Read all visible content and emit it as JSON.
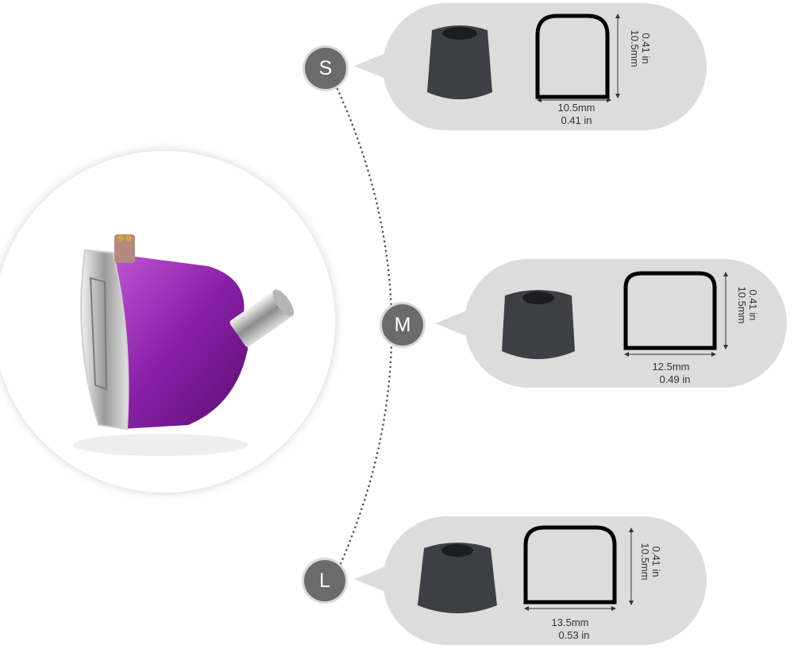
{
  "colors": {
    "bubble": "#dcdcdc",
    "badge": "#6b6b6b",
    "earphone_shell": "#8a1fa8",
    "foam": "#3e3f45"
  },
  "sizes": [
    {
      "badge": "S",
      "width": "10.5mm",
      "width_in": "0.41 in",
      "height": "10.5mm",
      "height_in": "0.41 in"
    },
    {
      "badge": "M",
      "width": "12.5mm",
      "width_in": "0.49  in",
      "height": "10.5mm",
      "height_in": "0.41 in"
    },
    {
      "badge": "L",
      "width": "13.5mm",
      "width_in": "0.53  in",
      "height": "10.5mm",
      "height_in": "0.41 in"
    }
  ]
}
